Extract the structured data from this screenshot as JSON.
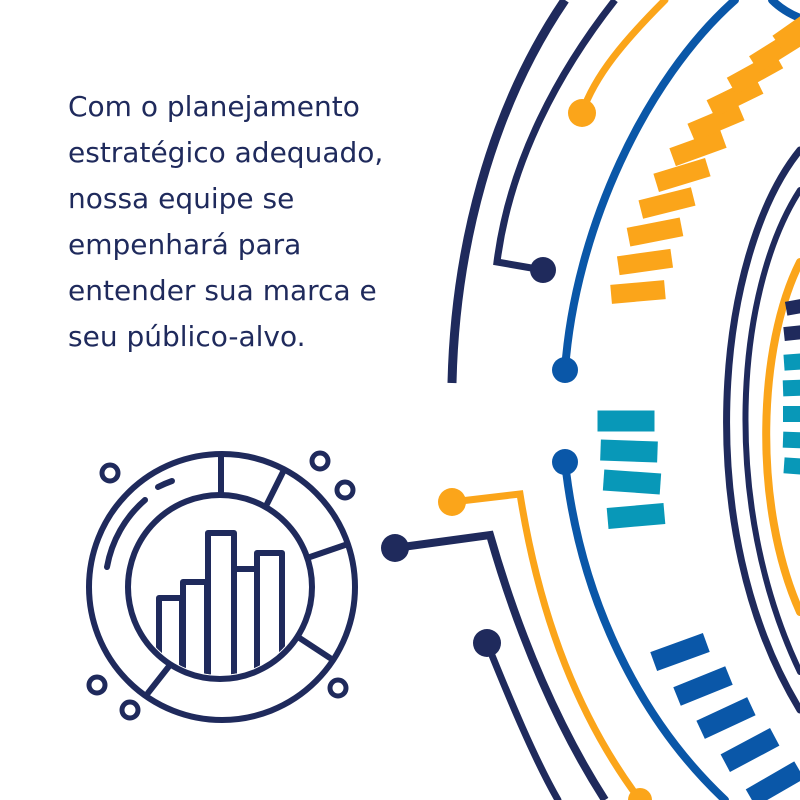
{
  "text": {
    "lines": [
      "Com o planejamento",
      "estratégico adequado,",
      "nossa equipe se",
      "empenhará para",
      "entender sua marca e",
      "seu público-alvo."
    ]
  },
  "colors": {
    "navy": "#1f2a5c",
    "orange": "#fba51a",
    "blue": "#0a57a8",
    "teal": "#0898b8",
    "background": "#ffffff"
  },
  "icons": {
    "analytics": "chart-circle-icon",
    "circuit": "circuit-lines-decoration"
  }
}
